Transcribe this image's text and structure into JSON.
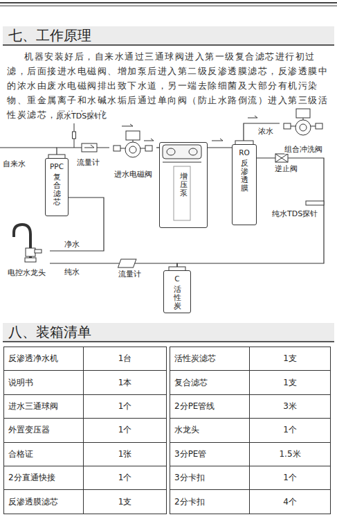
{
  "diagram": {
    "title": "七、工作原理",
    "nodes": [
      {
        "text": [
          "PPC",
          "复合滤芯"
        ]
      },
      {
        "text": [
          "进水电磁阀"
        ]
      },
      {
        "text": [
          "增压泵"
        ]
      },
      {
        "text": [
          "RO",
          "反渗透膜"
        ]
      },
      {
        "text": [
          "组合冲洗阀"
        ]
      },
      {
        "text": [
          "C",
          "活性炭"
        ]
      },
      {
        "text": [
          "电控水龙头"
        ]
      }
    ],
    "edges": [
      {
        "from": 0,
        "to": 1,
        "arrow": "none"
      },
      {
        "from": 1,
        "to": 2,
        "arrow": "none"
      },
      {
        "from": 2,
        "to": 3,
        "arrow": "none"
      },
      {
        "from": 3,
        "to": 4,
        "label": "浓水",
        "arrow": "none"
      },
      {
        "from": 3,
        "to": 5,
        "arrow": "none"
      },
      {
        "from": 5,
        "to": 6,
        "label": "纯水",
        "arrow": "none"
      },
      {
        "from": 0,
        "to": 6,
        "label": "净水",
        "arrow": "none"
      }
    ],
    "labels": [
      "机器安装好后，自来水通过三通球阀进入第一级复合滤芯进行初过滤，后面接进水电磁阀、增加泵后进入第二级反渗透膜滤芯，反渗透膜中的浓水由废水电磁阀排出致下水道，另一端去除细菌及大部分有机污染物、重金属离子和水碱水垢后通过单向阀（防止水路倒流）进入第三级活性炭滤芯，最终由水龙",
      "原水TDS探针",
      "自来水",
      "流量计",
      "逆止阀",
      "纯水TDS探针",
      "流量计",
      "八、装箱清单",
      "反渗透净水机",
      "1台",
      "活性炭滤芯",
      "1支",
      "说明书",
      "1本",
      "复合滤芯",
      "1支",
      "进水三通球阀",
      "1个",
      "2分PE管线",
      "3米",
      "外置变压器",
      "1个",
      "水龙头",
      "1个",
      "合格证",
      "1张",
      "3分PE管",
      "1.5米",
      "2分直通快接",
      "1个",
      "3分卡扣",
      "1个",
      "反渗透膜滤芯",
      "1支",
      "2分卡扣",
      "4个"
    ]
  }
}
